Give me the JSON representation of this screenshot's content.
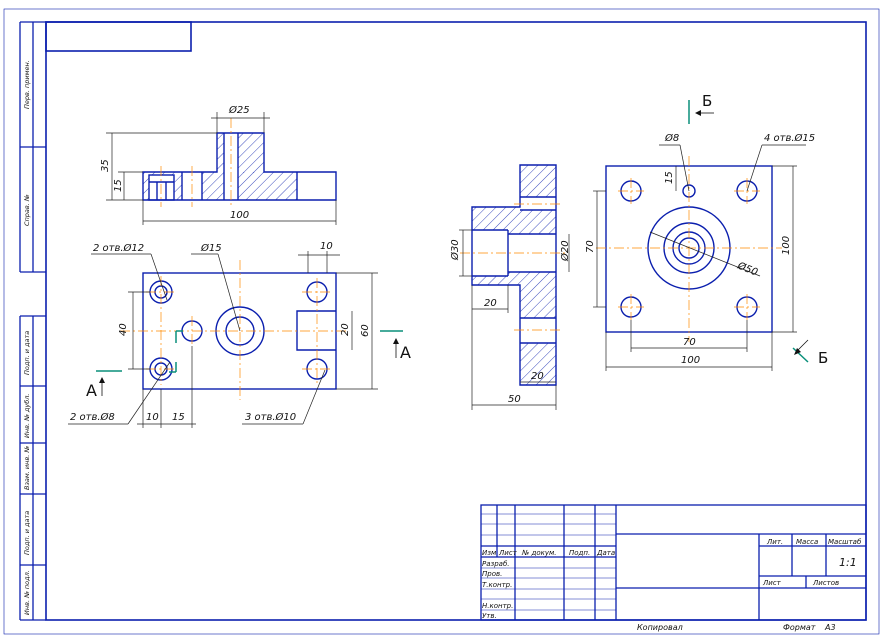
{
  "colors": {
    "frame": "#0b1fae",
    "center_line": "#ff8a00",
    "section_mark": "#0a8f7a",
    "dimension": "#222222"
  },
  "dims": {
    "front": {
      "d25": "Ø25",
      "h35": "35",
      "h15": "15",
      "w100": "100"
    },
    "top": {
      "holes12": "2 отв.Ø12",
      "d15": "Ø15",
      "w10": "10",
      "h40": "40",
      "h20": "20",
      "h60": "60",
      "holes8": "2 отв.Ø8",
      "x10": "10",
      "x15": "15",
      "holes10": "3 отв.Ø10"
    },
    "side": {
      "d30": "Ø30",
      "d20": "Ø20",
      "w20a": "20",
      "w20b": "20",
      "w50": "50"
    },
    "right": {
      "d8": "Ø8",
      "holes15": "4 отв.Ø15",
      "h15": "15",
      "h70": "70",
      "h100": "100",
      "d50": "Ø50",
      "w70": "70",
      "w100": "100"
    }
  },
  "section_marks": {
    "a_left": "А",
    "a_right": "А",
    "b_top": "Б",
    "b_bottom": "Б"
  },
  "side_strip": [
    "Перв. примен.",
    "Справ. №",
    "Подп. и дата",
    "Инв. № дубл.",
    "Взам. инв. №",
    "Подп. и дата",
    "Инв. № подл."
  ],
  "title_block": {
    "headers": [
      "Изм",
      "Лист",
      "№ докум.",
      "Подп.",
      "Дата"
    ],
    "roles": [
      "Разраб.",
      "Пров.",
      "Т.контр.",
      "Н.контр.",
      "Утв."
    ],
    "lit": "Лит.",
    "mass": "Масса",
    "scale": "Масштаб",
    "scale_value": "1:1",
    "sheet": "Лист",
    "sheets": "Листов"
  },
  "footer": {
    "copied": "Копировал",
    "format": "Формат",
    "format_value": "А3"
  }
}
